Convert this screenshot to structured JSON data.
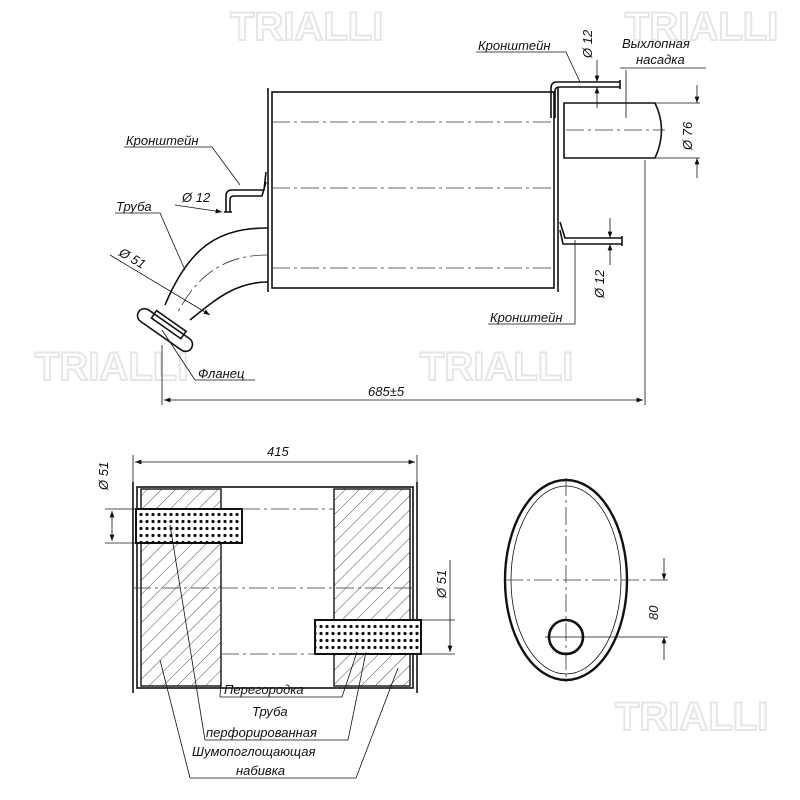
{
  "watermark": "TRIALLI",
  "top_view": {
    "bracket_top": "Кронштейн",
    "bracket_left": "Кронштейн",
    "bracket_right": "Кронштейн",
    "tip_label_1": "Выхлопная",
    "tip_label_2": "насадка",
    "pipe": "Труба",
    "flange": "Фланец",
    "dia_12_top": "Ø 12",
    "dia_12_left": "Ø 12",
    "dia_12_right": "Ø 12",
    "dia_76": "Ø 76",
    "dia_51": "Ø 51",
    "overall_length": "685±5"
  },
  "section_view": {
    "length": "415",
    "dia_51_left": "Ø 51",
    "dia_51_right": "Ø 51",
    "baffle": "Перегородка",
    "perf_pipe_1": "Труба",
    "perf_pipe_2": "перфорированная",
    "packing_1": "Шумопоглощающая",
    "packing_2": "набивка"
  },
  "end_view": {
    "offset": "80"
  }
}
